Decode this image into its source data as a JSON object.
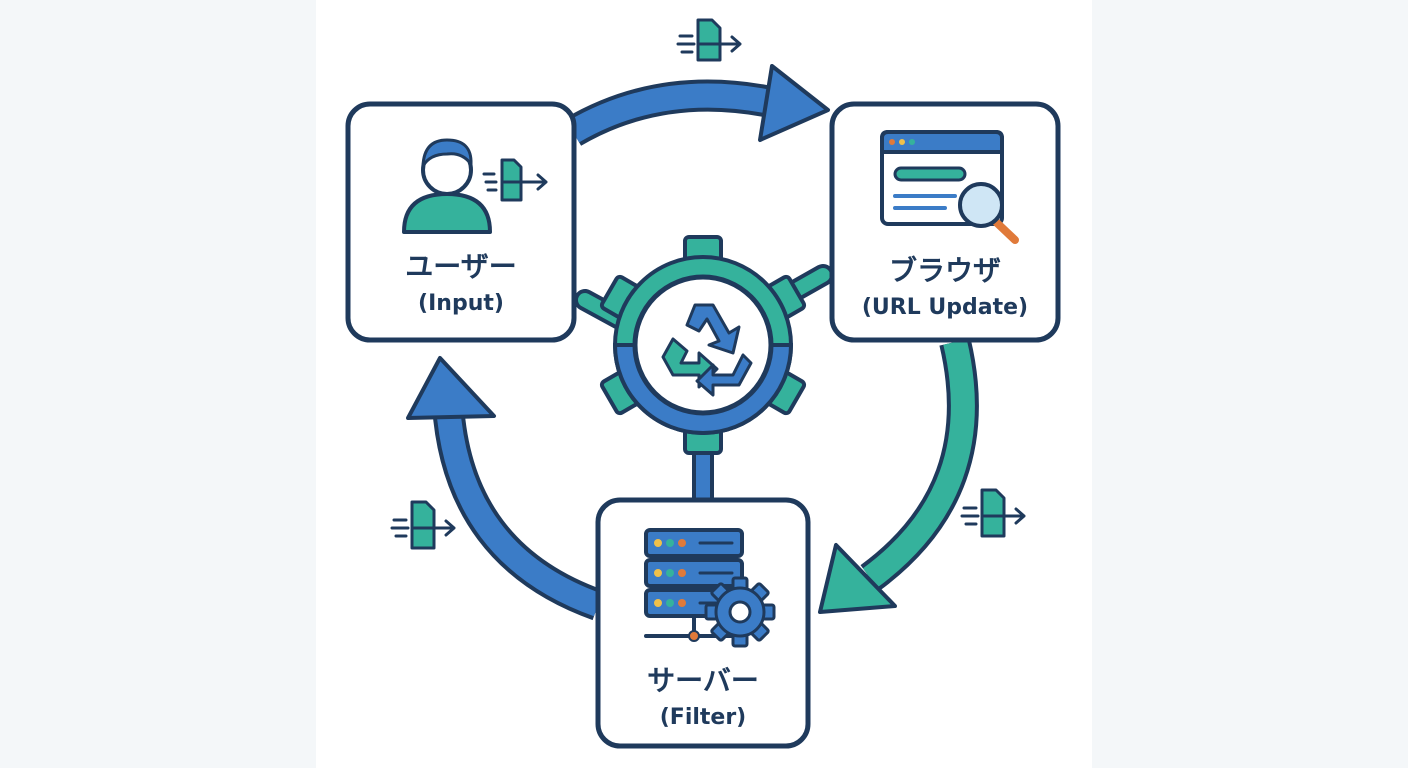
{
  "nodes": {
    "user": {
      "title": "ユーザー",
      "subtitle": "(Input)"
    },
    "browser": {
      "title": "ブラウザ",
      "subtitle": "(URL Update)"
    },
    "server": {
      "title": "サーバー",
      "subtitle": "(Filter)"
    }
  },
  "center_icon": "recycle-gear-icon",
  "colors": {
    "blue": "#3b7cc7",
    "teal": "#35b29c",
    "outline": "#1f3a5c",
    "box_bg": "#ffffff"
  }
}
